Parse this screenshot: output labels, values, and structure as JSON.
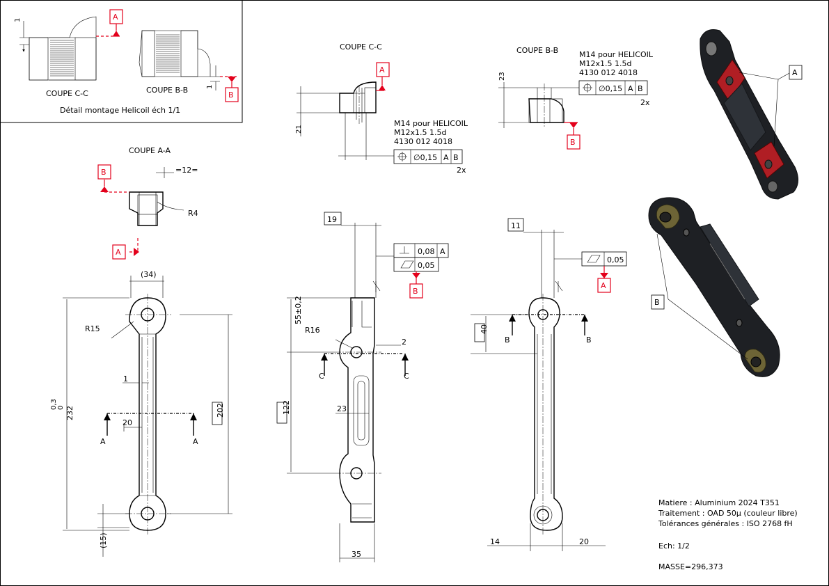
{
  "detail": {
    "dim_1_left": "1",
    "dim_1_right": "1",
    "coupe_cc_label": "COUPE C-C",
    "coupe_bb_label": "COUPE B-B",
    "caption": "Détail montage Helicoil éch 1/1",
    "datum_a": "A",
    "datum_b": "B"
  },
  "section_cc": {
    "title": "COUPE C-C",
    "dim_21": "21",
    "note_line1": "M14 pour HELICOIL",
    "note_line2": "M12x1.5 1.5d",
    "note_line3": "4130 012 4018",
    "tol_value": "∅0,15",
    "tol_ref1": "A",
    "tol_ref2": "B",
    "count": "2x",
    "datum": "A"
  },
  "section_bb": {
    "title": "COUPE B-B",
    "dim_23": "23",
    "note_line1": "M14 pour HELICOIL",
    "note_line2": "M12x1.5 1.5d",
    "note_line3": "4130 012 4018",
    "tol_value": "∅0,15",
    "tol_ref1": "A",
    "tol_ref2": "B",
    "count": "2x",
    "datum": "B"
  },
  "section_aa": {
    "title": "COUPE A-A",
    "dim_12": "=12=",
    "radius": "R4",
    "datum_b": "B",
    "datum_a": "A"
  },
  "view_left": {
    "dim_34": "(34)",
    "radius": "R15",
    "dim_1": "1",
    "dim_20": "20",
    "dim_232": "232",
    "dim_232_tol_upper": "0,3",
    "dim_232_tol_lower": "0",
    "dim_202": "202",
    "dim_15": "(15)",
    "cut_label_left": "A",
    "cut_label_right": "A"
  },
  "view_middle": {
    "dim_19": "19",
    "perp_value": "0,08",
    "perp_ref": "A",
    "flat_value": "0,05",
    "datum": "B",
    "dim_55": "55±0,2",
    "radius": "R16",
    "dim_2": "2",
    "dim_122": "122",
    "dim_23": "23",
    "dim_35": "35",
    "cut_label_left": "C",
    "cut_label_right": "C"
  },
  "view_right": {
    "dim_11": "11",
    "flat_value": "0,05",
    "datum": "A",
    "dim_40": "40",
    "dim_14": "14",
    "dim_20": "20",
    "cut_label_left": "B",
    "cut_label_right": "B"
  },
  "iso_views": {
    "label_a": "A",
    "label_b": "B"
  },
  "notes": {
    "matiere": "Matiere : Aluminium 2024 T351",
    "traitement": "Traitement : OAD 50µ  (couleur libre)",
    "tolerances": "Tolérances générales : ISO 2768 fH",
    "echelle": "Ech: 1/2",
    "masse": "MASSE=296,373"
  },
  "colors": {
    "datum_red": "#e3001b",
    "body_dark": "#2e3238",
    "face_red": "#b01e24",
    "face_olive": "#6d6436"
  }
}
